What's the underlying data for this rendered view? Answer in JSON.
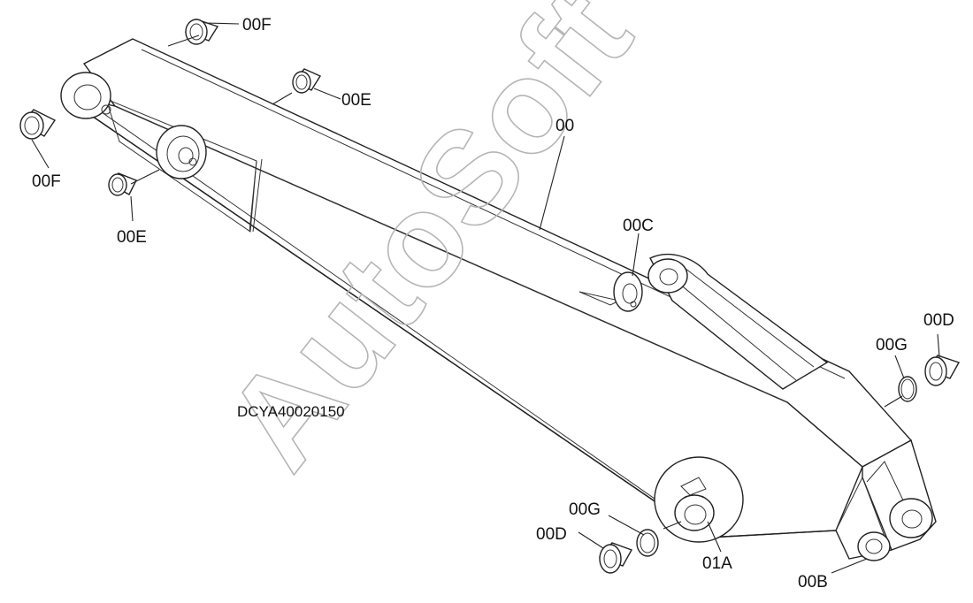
{
  "diagram": {
    "part_code": "DCYA40020150",
    "watermark": "AutoSoft",
    "labels": {
      "main": "00",
      "f_top": "00F",
      "f_left": "00F",
      "e_top": "00E",
      "e_left": "00E",
      "c": "00C",
      "g_right": "00G",
      "d_right": "00D",
      "g_bottom": "00G",
      "d_bottom": "00D",
      "a": "01A",
      "b": "00B"
    }
  }
}
